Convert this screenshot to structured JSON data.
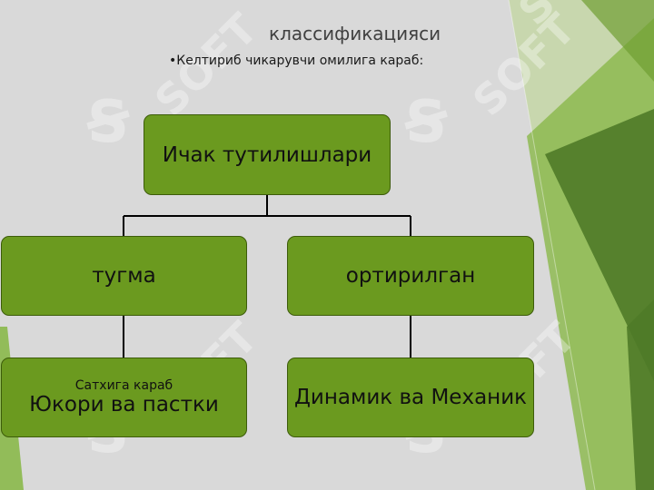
{
  "slide": {
    "title": "классификацияси",
    "subtitle": "•Келтириб чикарувчи омилига караб:"
  },
  "diagram": {
    "root": {
      "label": "Ичак тутилишлари"
    },
    "branches": [
      {
        "label": "тугма",
        "child": {
          "note": "Сатхига караб",
          "label": "Юкори ва пастки"
        }
      },
      {
        "label": "ортирилган",
        "child": {
          "note": "",
          "label": "Динамик ва Механик"
        }
      }
    ]
  },
  "watermark": {
    "text": "SOFT",
    "logo": "Ꞩ"
  },
  "colors": {
    "background": "#d9d9d9",
    "node_fill": "#6b9a1f",
    "node_border": "#3d5c0a",
    "connector": "#000000",
    "accent_dark": "#4f7a28",
    "accent_light": "#b7d67a"
  }
}
